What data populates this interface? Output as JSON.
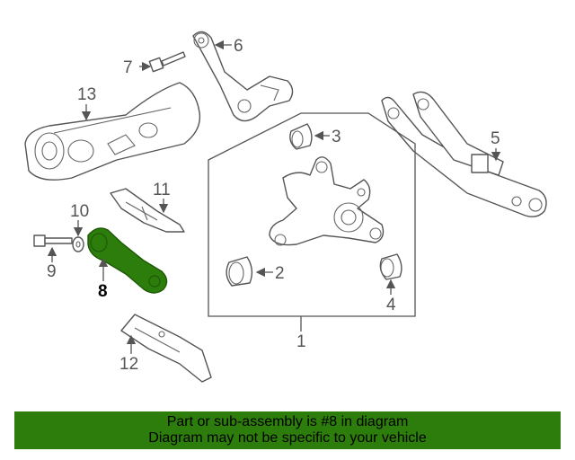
{
  "colors": {
    "highlight_part": "#2d7d0c",
    "banner": "#2d7d0c",
    "line": "#555555"
  },
  "callouts": {
    "c1": "1",
    "c2": "2",
    "c3": "3",
    "c4": "4",
    "c5": "5",
    "c6": "6",
    "c7": "7",
    "c8": "8",
    "c9": "9",
    "c10": "10",
    "c11": "11",
    "c12": "12",
    "c13": "13"
  },
  "highlighted_part": "8",
  "footer": {
    "line1": "Part or sub-assembly is #8 in diagram",
    "line2": "Diagram may not be specific to your vehicle"
  }
}
